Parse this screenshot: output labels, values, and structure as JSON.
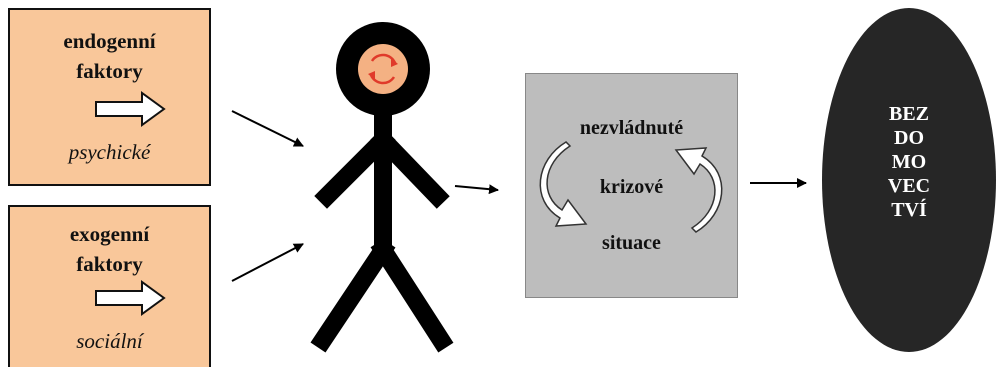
{
  "endogenous": {
    "title_line1": "endogenní",
    "title_line2": "faktory",
    "subtitle": "psychické"
  },
  "exogenous": {
    "title_line1": "exogenní",
    "title_line2": "faktory",
    "subtitle": "sociální"
  },
  "crisis": {
    "line1": "nezvládnuté",
    "line2": "krizové",
    "line3": "situace"
  },
  "outcome": {
    "lines": [
      "BEZ",
      "DO",
      "MO",
      "VEC",
      "TVÍ"
    ]
  },
  "colors": {
    "factor_box": "#F9C79A",
    "crisis_box": "#BDBDBD",
    "oval": "#262626",
    "stick_figure": "#000000",
    "head_center": "#F4B183",
    "cycle_icon": "#E03A2A"
  },
  "icons": [
    "right-arrow-outline-icon",
    "cycle-arrows-icon",
    "curved-arrow-icon"
  ]
}
